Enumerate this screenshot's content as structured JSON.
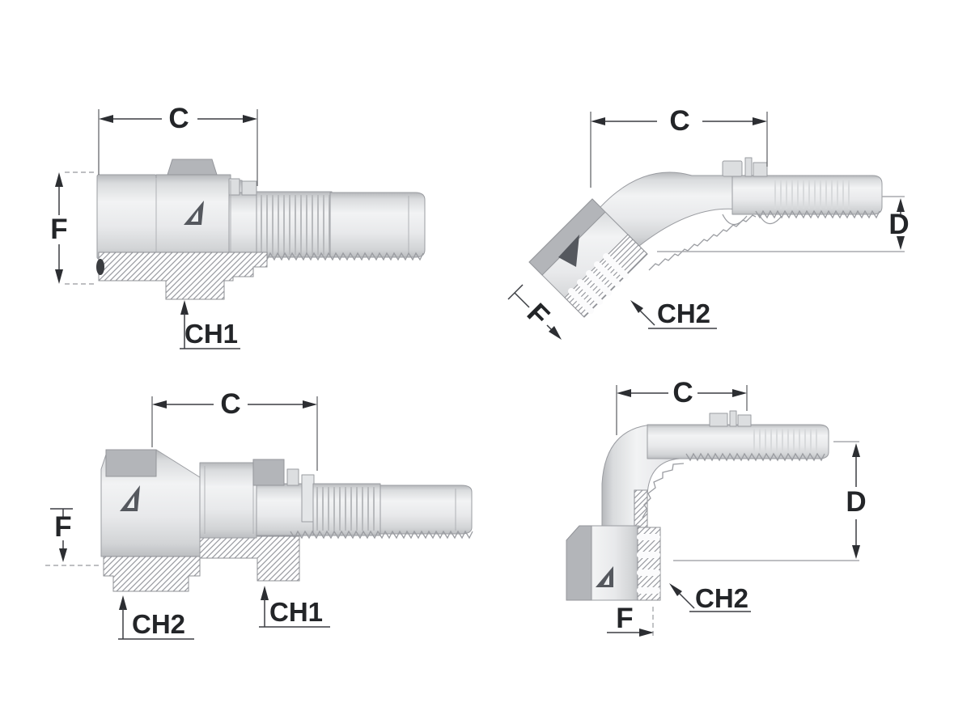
{
  "page": {
    "background": "#ffffff",
    "description": "Technical catalog line drawings of four hydraulic hose fittings with dimension callouts"
  },
  "colors": {
    "body_light": "#f2f3f4",
    "body_dark": "#b6b8bb",
    "nut_cap": "#b3b5b9",
    "outline": "#9a9ca1",
    "dimension_line": "#3b3d42",
    "label_text": "#232528",
    "hatch_line": "#989aa0"
  },
  "drawings": [
    {
      "id": "straight-male-top-left",
      "type": "straight male fitting, section view",
      "labels": {
        "c": "C",
        "f": "F",
        "ch1": "CH1"
      }
    },
    {
      "id": "elbow-45-top-right",
      "type": "45 degree female elbow fitting, section view",
      "labels": {
        "c": "C",
        "d": "D",
        "f": "F",
        "ch2": "CH2"
      }
    },
    {
      "id": "straight-female-bottom-left",
      "type": "straight female swivel fitting, section view",
      "labels": {
        "c": "C",
        "f": "F",
        "ch2": "CH2",
        "ch1": "CH1"
      }
    },
    {
      "id": "elbow-90-bottom-right",
      "type": "90 degree female elbow fitting, section view",
      "labels": {
        "c": "C",
        "d": "D",
        "f": "F",
        "ch2": "CH2"
      }
    }
  ]
}
